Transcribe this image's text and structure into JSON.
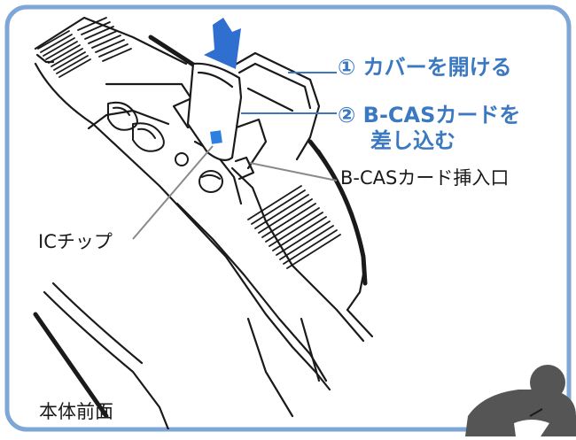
{
  "labels": {
    "step1": "① カバーを開ける",
    "step2_line1": "② B-CASカードを",
    "step2_line2": "差し込む",
    "card_slot": "B-CASカード挿入口",
    "ic_chip": "ICチップ",
    "front": "本体前面"
  },
  "colors": {
    "frame": "#7ea6d6",
    "accent_blue": "#3a78c2",
    "arrow_blue": "#2e6fd0",
    "ic_blue": "#2f7fe0",
    "line": "#1a1a1a",
    "leader_grey": "#8a8a8a"
  },
  "icons": {
    "arrow": "down-arrow-icon",
    "mascot": "mascot-character-icon"
  }
}
